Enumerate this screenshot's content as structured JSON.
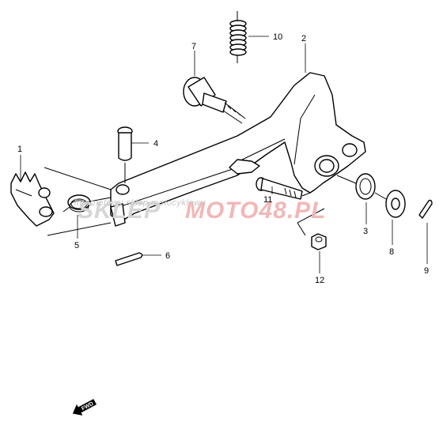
{
  "callouts": [
    {
      "id": "1",
      "text": "1"
    },
    {
      "id": "2",
      "text": "2"
    },
    {
      "id": "3",
      "text": "3"
    },
    {
      "id": "4",
      "text": "4"
    },
    {
      "id": "5",
      "text": "5"
    },
    {
      "id": "6",
      "text": "6"
    },
    {
      "id": "7",
      "text": "7"
    },
    {
      "id": "8",
      "text": "8"
    },
    {
      "id": "9",
      "text": "9"
    },
    {
      "id": "10",
      "text": "10"
    },
    {
      "id": "11",
      "text": "11"
    },
    {
      "id": "12",
      "text": "12"
    }
  ],
  "watermark": {
    "part1": "SKLEP",
    "part2": "MOTO48.PL",
    "subtitle": "internetowy sklep motocyklowy"
  },
  "direction_arrow": {
    "label": "FWD"
  }
}
